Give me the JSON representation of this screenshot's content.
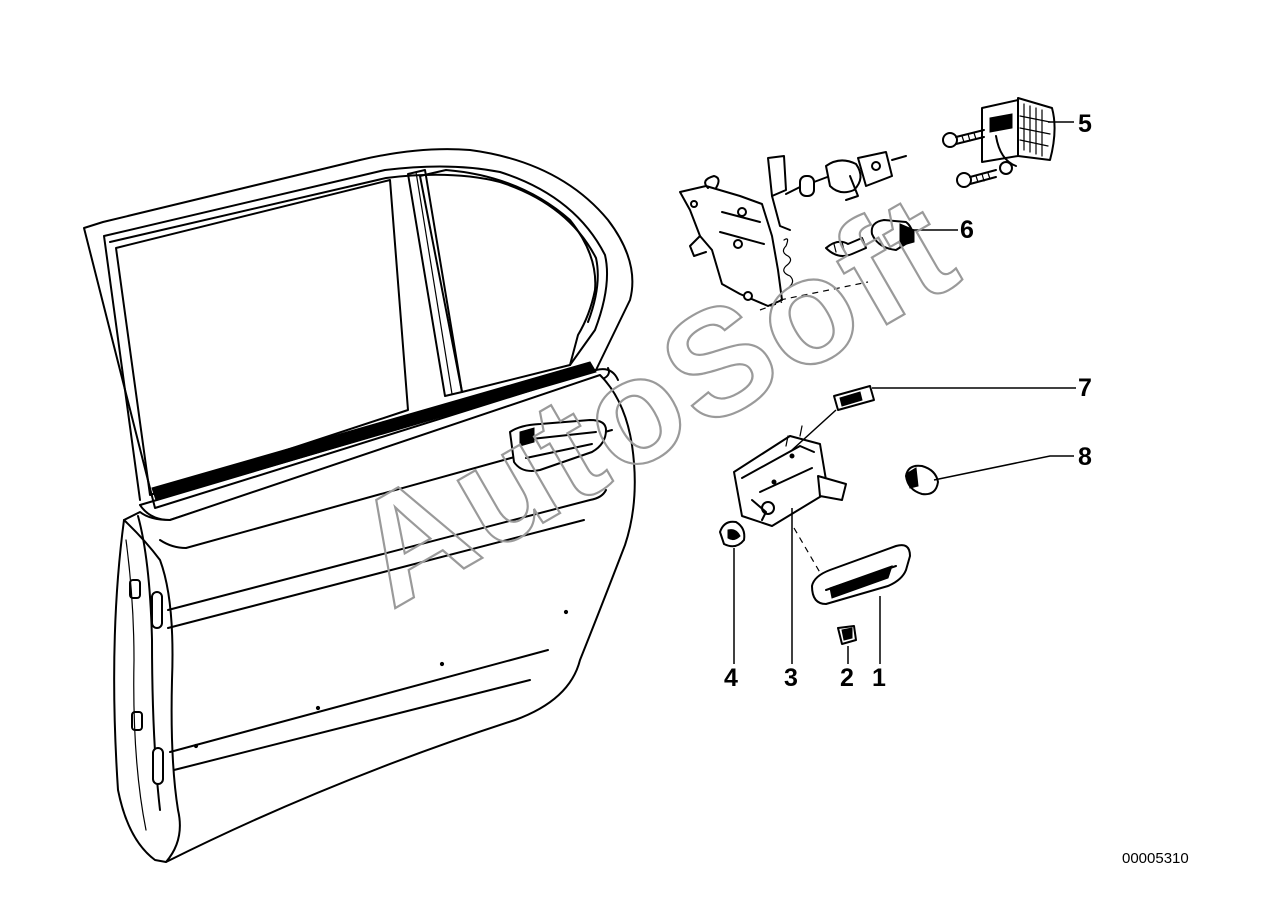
{
  "watermark": "AutoSoft",
  "diagram_code": "00005310",
  "callouts": [
    {
      "id": "c1",
      "label": "1"
    },
    {
      "id": "c2",
      "label": "2"
    },
    {
      "id": "c3",
      "label": "3"
    },
    {
      "id": "c4",
      "label": "4"
    },
    {
      "id": "c5",
      "label": "5"
    },
    {
      "id": "c6",
      "label": "6"
    },
    {
      "id": "c7",
      "label": "7"
    },
    {
      "id": "c8",
      "label": "8"
    }
  ]
}
